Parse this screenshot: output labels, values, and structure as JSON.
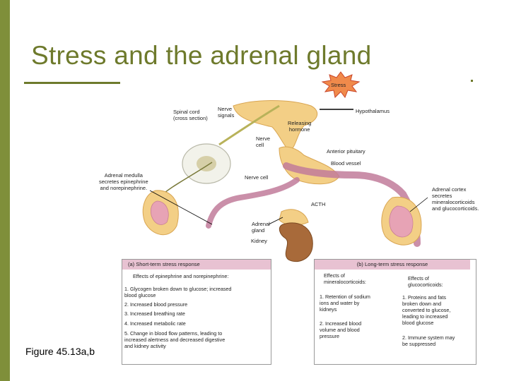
{
  "slide": {
    "title": "Stress and the adrenal gland",
    "figure_caption": "Figure 45.13a,b"
  },
  "diagram": {
    "labels": {
      "stress": "Stress",
      "spinal_cord": "Spinal cord\n(cross section)",
      "nerve_signals": "Nerve\nsignals",
      "hypothalamus": "Hypothalamus",
      "releasing_hormone": "Releasing\nhormone",
      "nerve_cell_top": "Nerve\ncell",
      "anterior_pituitary": "Anterior pituitary",
      "blood_vessel": "Blood vessel",
      "adrenal_medulla": "Adrenal medulla\nsecretes epinephrine\nand norepinephrine.",
      "nerve_cell_mid": "Nerve cell",
      "adrenal_cortex": "Adrenal cortex\nsecretes\nmineralocorticoids\nand glucocorticoids.",
      "acth": "ACTH",
      "adrenal_gland": "Adrenal\ngland",
      "kidney": "Kidney"
    }
  },
  "short_term": {
    "heading": "(a) Short-term stress response",
    "intro": "Effects of epinephrine and norepinephrine:",
    "items": [
      "1. Glycogen broken down to glucose; increased\n    blood glucose",
      "2. Increased blood pressure",
      "3. Increased breathing rate",
      "4. Increased metabolic rate",
      "5. Change in blood flow patterns, leading to\n    increased alertness and decreased digestive\n    and kidney activity"
    ]
  },
  "long_term": {
    "heading": "(b) Long-term stress response",
    "mineral_intro": "Effects of\nmineralocorticoids:",
    "mineral_items": [
      "1. Retention of sodium\n    ions and water by\n    kidneys",
      "2. Increased blood\n    volume and blood\n    pressure"
    ],
    "gluco_intro": "Effects of\nglucocorticoids:",
    "gluco_items": [
      "1. Proteins and fats\n    broken down and\n    converted to glucose,\n    leading to increased\n    blood glucose",
      "2. Immune system may\n    be suppressed"
    ]
  },
  "colors": {
    "accent": "#6e7a2c",
    "sidebar": "#7f8f3a",
    "box_header": "#e8c2d2",
    "tissue": "#f3cf86",
    "vessel": "#c17b9a"
  }
}
